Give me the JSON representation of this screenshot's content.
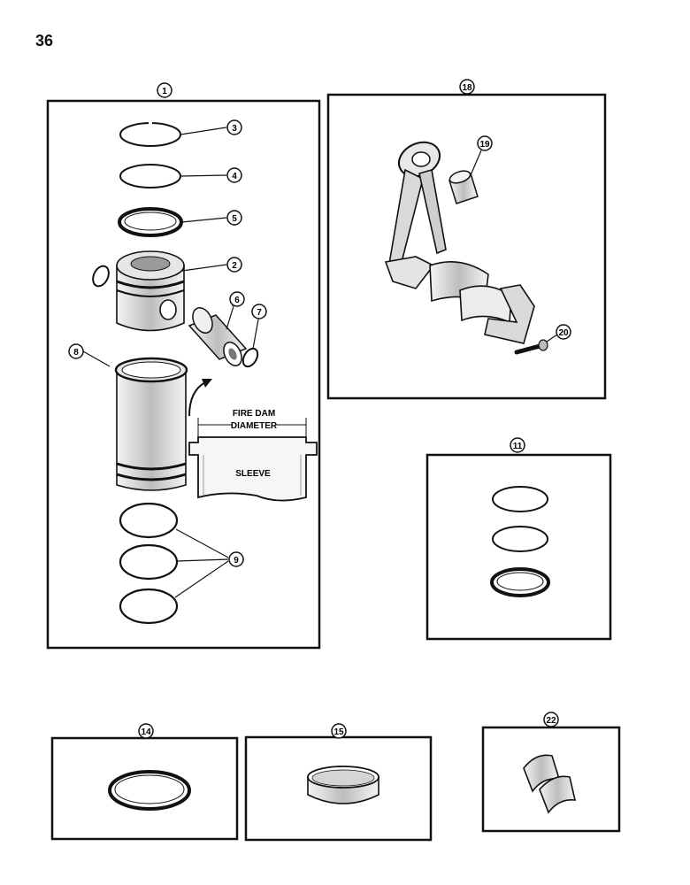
{
  "page": {
    "number": "36"
  },
  "callouts": {
    "c1": "1",
    "c2": "2",
    "c3": "3",
    "c4": "4",
    "c5": "5",
    "c6": "6",
    "c7": "7",
    "c8": "8",
    "c9": "9",
    "c11": "11",
    "c14": "14",
    "c15": "15",
    "c18": "18",
    "c19": "19",
    "c20": "20",
    "c22": "22"
  },
  "labels": {
    "fire_dam_line1": "FIRE DAM",
    "fire_dam_line2": "DIAMETER",
    "sleeve": "SLEEVE"
  },
  "colors": {
    "ink": "#111111",
    "paper": "#ffffff",
    "shade": "#cfcfcf"
  }
}
